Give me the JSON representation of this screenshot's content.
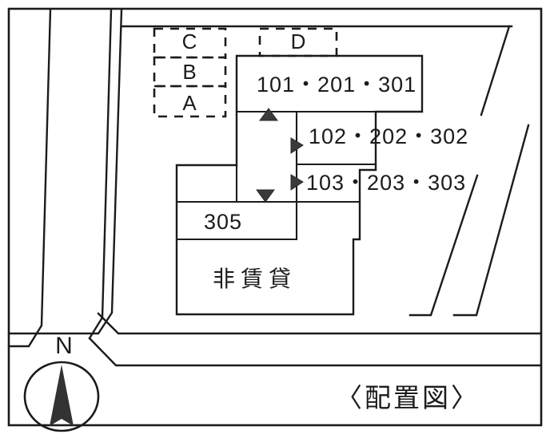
{
  "document": {
    "title": "〈配置図〉",
    "type": "site-plan"
  },
  "compass": {
    "north_label": "N",
    "icon": "compass-north-icon"
  },
  "blocks": [
    {
      "id": "c",
      "label": "C",
      "name": "block-c"
    },
    {
      "id": "b",
      "label": "B",
      "name": "block-b"
    },
    {
      "id": "a",
      "label": "A",
      "name": "block-a"
    },
    {
      "id": "d",
      "label": "D",
      "name": "block-d"
    }
  ],
  "units": [
    {
      "id": "row1",
      "label": "101・201・301",
      "name": "unit-row-101-201-301"
    },
    {
      "id": "row2",
      "label": "102・202・302",
      "name": "unit-row-102-202-302"
    },
    {
      "id": "row3",
      "label": "103・203・303",
      "name": "unit-row-103-203-303"
    },
    {
      "id": "row4",
      "label": "305",
      "name": "unit-room-305"
    }
  ],
  "areas": [
    {
      "id": "nonrental",
      "label": "非賃貸",
      "name": "area-non-rental"
    }
  ],
  "markers": [
    {
      "id": "m1",
      "direction": "up",
      "name": "entrance-marker-up"
    },
    {
      "id": "m2",
      "direction": "right",
      "name": "entrance-marker-right-upper"
    },
    {
      "id": "m3",
      "direction": "right",
      "name": "entrance-marker-right-lower"
    },
    {
      "id": "m4",
      "direction": "down",
      "name": "entrance-marker-down"
    }
  ],
  "colors": {
    "ink": "#1b1b1b",
    "marker": "#3a3a3a",
    "paper": "#ffffff"
  }
}
